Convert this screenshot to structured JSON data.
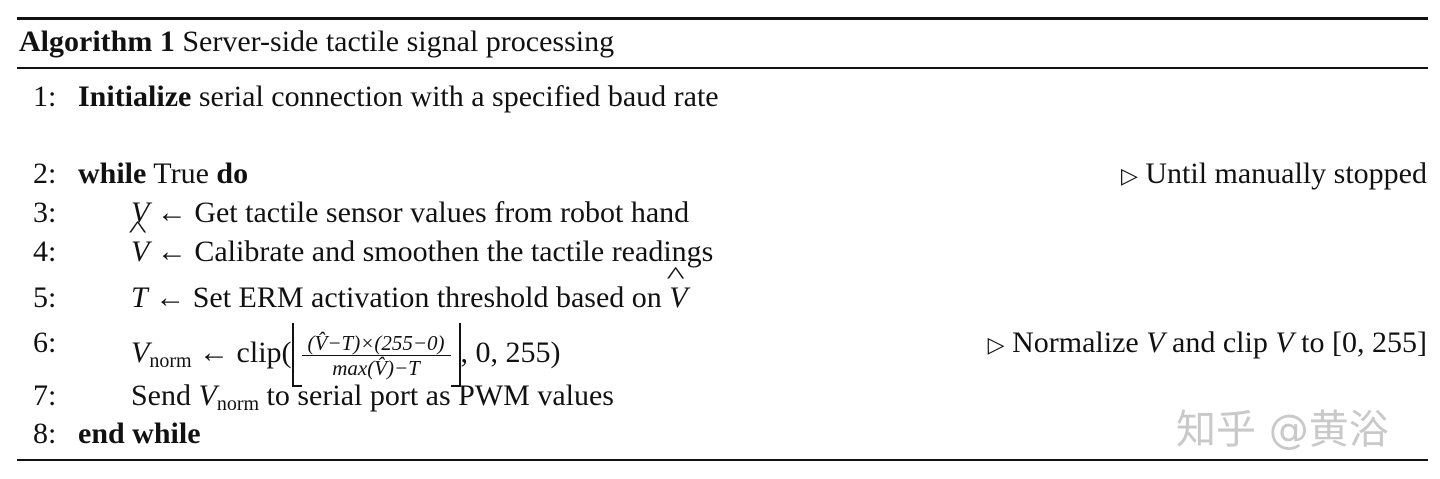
{
  "algorithm": {
    "label": "Algorithm 1",
    "title": "Server-side tactile signal processing"
  },
  "lines": {
    "l1": {
      "num": "1:",
      "kw": "Initialize",
      "text": " serial connection with a specified baud rate"
    },
    "l2": {
      "num": "2:",
      "kw": "while",
      "text": " True ",
      "kw2": "do",
      "comment": "Until manually stopped"
    },
    "l3": {
      "num": "3:",
      "var": "V",
      "text": " ← Get tactile sensor values from robot hand"
    },
    "l4": {
      "num": "4:",
      "var": "V",
      "text": " ← Calibrate and smoothen the tactile readings"
    },
    "l5": {
      "num": "5:",
      "var": "T",
      "text": " ← Set ERM activation threshold based on "
    },
    "l6": {
      "num": "6:",
      "var": "V",
      "sub": "norm",
      "pre": " ← clip(",
      "frac_num": "(V̂−T)×(255−0)",
      "frac_den": "max(V̂)−T",
      "post": ", 0, 255)",
      "comment_a": "Normalize ",
      "comment_b": " and clip ",
      "comment_c": " to [0, 255]"
    },
    "l7": {
      "num": "7:",
      "pre": "Send ",
      "sub": "norm",
      "post": " to serial port as PWM values"
    },
    "l8": {
      "num": "8:",
      "kw": "end while"
    }
  },
  "comment_marker": "▷",
  "watermark": "知乎 @黄浴"
}
